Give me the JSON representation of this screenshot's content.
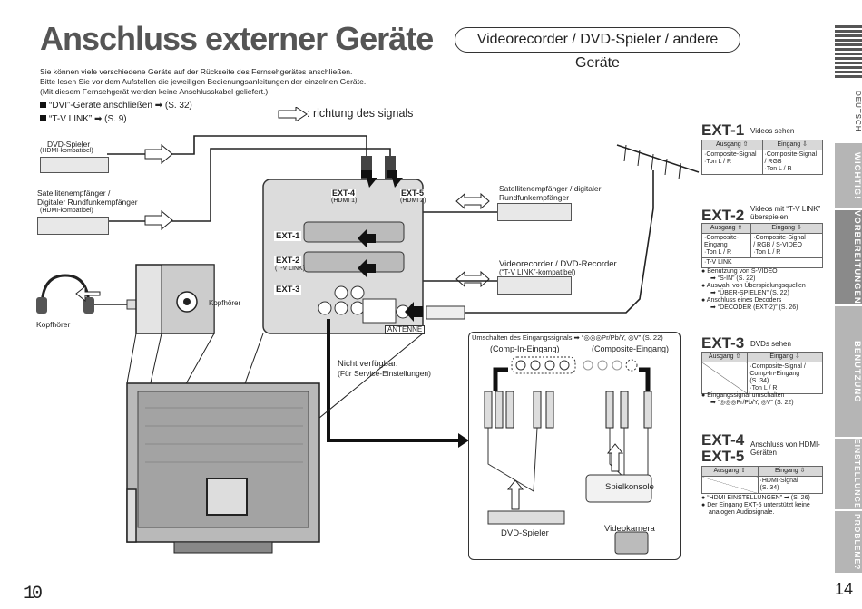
{
  "header": {
    "title": "Anschluss externer Geräte",
    "subtitle": "Videorecorder / DVD-Spieler / andere Geräte"
  },
  "intro": {
    "line1": "Sie können viele verschiedene Geräte auf der Rückseite des Fernsehgerätes anschließen.",
    "line2": "Bitte lesen Sie vor dem Aufstellen die jeweiligen Bedienungsanleitungen der einzelnen Geräte.",
    "line3": "(Mit diesem Fernsehgerät werden keine Anschlusskabel geliefert.)",
    "bullet1": "“DVI”-Geräte anschließen ➡ (S. 32)",
    "bullet2": "“T-V LINK” ➡ (S. 9)",
    "signal_legend": ": richtung des signals"
  },
  "left_devices": {
    "dvd_name": "DVD-Spieler",
    "dvd_note": "(HDMI-kompatibel)",
    "sat_name1": "Satellitenempfänger /",
    "sat_name2": "Digitaler Rundfunkempfänger",
    "sat_note": "(HDMI-kompatibel)",
    "headphone": "Kopfhörer",
    "headphone_port": "Kopfhörer"
  },
  "tv_panel": {
    "ext4": "EXT-4",
    "ext4_sub": "(HDMI 1)",
    "ext5": "EXT-5",
    "ext5_sub": "(HDMI 2)",
    "ext1": "EXT-1",
    "ext2": "EXT-2",
    "ext2_sub": "(T-V LINK)",
    "ext3": "EXT-3",
    "antenne": "ANTENNE",
    "not_available": "Nicht verfügbar.",
    "service": "(Für Service-Einstellungen)"
  },
  "right_devices": {
    "sat_digital1": "Satellitenempfänger / digitaler",
    "sat_digital2": "Rundfunkempfänger",
    "recorder": "Videorecorder / DVD-Recorder",
    "recorder_note": "(“T-V LINK”-kompatibel)"
  },
  "input_switch": {
    "heading": "Umschalten des Eingangssignals ➡ “◎◎◎Pr/Pb/Y, ◎V” (S. 22)",
    "comp_in": "(Comp-In-Eingang)",
    "composite": "(Composite-Eingang)",
    "dvd_player": "DVD-Spieler",
    "game_console": "Spielkonsole",
    "video_camera": "Videokamera"
  },
  "ext_tables": {
    "col_out": "Ausgang ⇧",
    "col_in": "Eingang ⇩",
    "ext1": {
      "name": "EXT-1",
      "desc": "Videos sehen",
      "out": "·Composite-Signal\n·Ton L / R",
      "in": "·Composite-Signal\n/ RGB\n·Ton L / R"
    },
    "ext2": {
      "name": "EXT-2",
      "desc": "Videos mit “T-V LINK” überspielen",
      "out": "·Composite-\nEingang\n·Ton L / R",
      "in": "·Composite-Signal\n/ RGB / S-VIDEO\n·Ton L / R",
      "row": "·T-V LINK",
      "notes": [
        "Benutzung von S-VIDEO",
        "➡ “S-IN” (S. 22)",
        "Auswahl von Überspielungsquellen",
        "➡ “ÜBER-SPIELEN” (S. 22)",
        "Anschluss eines Decoders",
        "➡ “DECODER (EXT-2)” (S. 26)"
      ]
    },
    "ext3": {
      "name": "EXT-3",
      "desc": "DVDs sehen",
      "in": "·Composite-Signal /\nComp-In-Eingang\n(S. 34)\n·Ton L / R",
      "notes": [
        "Eingangssignal umschalten",
        "➡ “◎◎◎Pr/Pb/Y, ◎V” (S. 22)"
      ]
    },
    "ext45": {
      "name4": "EXT-4",
      "name5": "EXT-5",
      "desc": "Anschluss von HDMI-Geräten",
      "in": "·HDMI-Signal\n(S. 34)",
      "notes": [
        "“HDMI EINSTELLUNGEN” ➡ (S. 26)",
        "Der Eingang EXT-5 unterstützt keine",
        "analogen Audiosignale."
      ]
    }
  },
  "sidebar": {
    "tabs": [
      "DEUTSCH",
      "WICHTIG!",
      "VORBEREITUNGEN",
      "BENUTZUNG",
      "EINSTELLUNGEN",
      "PROBLEME?"
    ]
  },
  "footer": {
    "page_number": "14",
    "left_mark": "10"
  }
}
